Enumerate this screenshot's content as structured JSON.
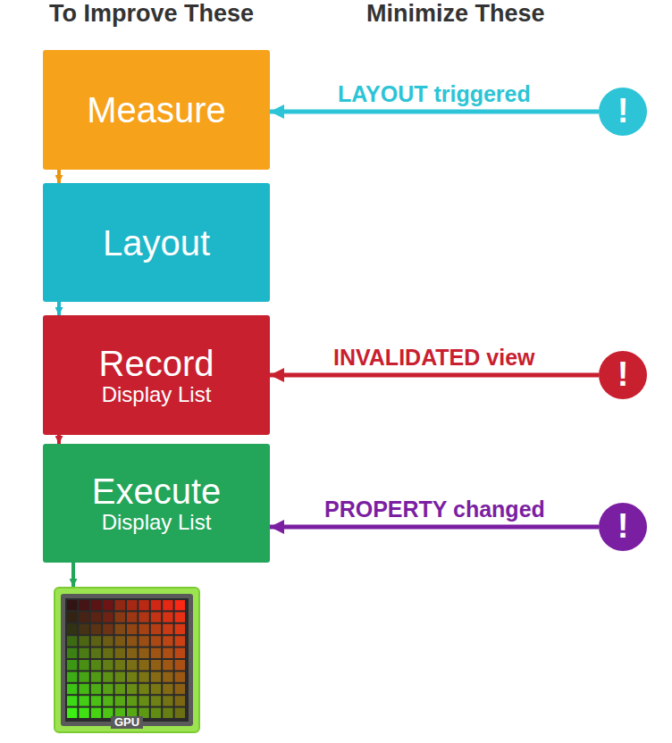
{
  "diagram": {
    "nodes": [
      {
        "text": [
          "Measure"
        ]
      },
      {
        "text": [
          "!"
        ]
      },
      {
        "text": [
          "Layout"
        ]
      },
      {
        "text": [
          "Record",
          "Display List"
        ]
      },
      {
        "text": [
          "!"
        ]
      },
      {
        "text": [
          "Execute",
          "Display List"
        ]
      },
      {
        "text": [
          "!"
        ]
      },
      {
        "text": [
          "GPU"
        ]
      }
    ],
    "edges": [
      {
        "from": 0,
        "to": 2,
        "arrow": "to"
      },
      {
        "from": 2,
        "to": 3,
        "arrow": "to"
      },
      {
        "from": 3,
        "to": 5,
        "arrow": "to"
      },
      {
        "from": 5,
        "to": 7,
        "arrow": "to"
      },
      {
        "from": 1,
        "to": 0,
        "label": "LAYOUT triggered",
        "arrow": "to"
      },
      {
        "from": 4,
        "to": 3,
        "label": "INVALIDATED view",
        "arrow": "to"
      },
      {
        "from": 6,
        "to": 5,
        "label": "PROPERTY changed",
        "arrow": "to"
      }
    ],
    "labels": [
      "To Improve These",
      "Minimize These"
    ]
  }
}
